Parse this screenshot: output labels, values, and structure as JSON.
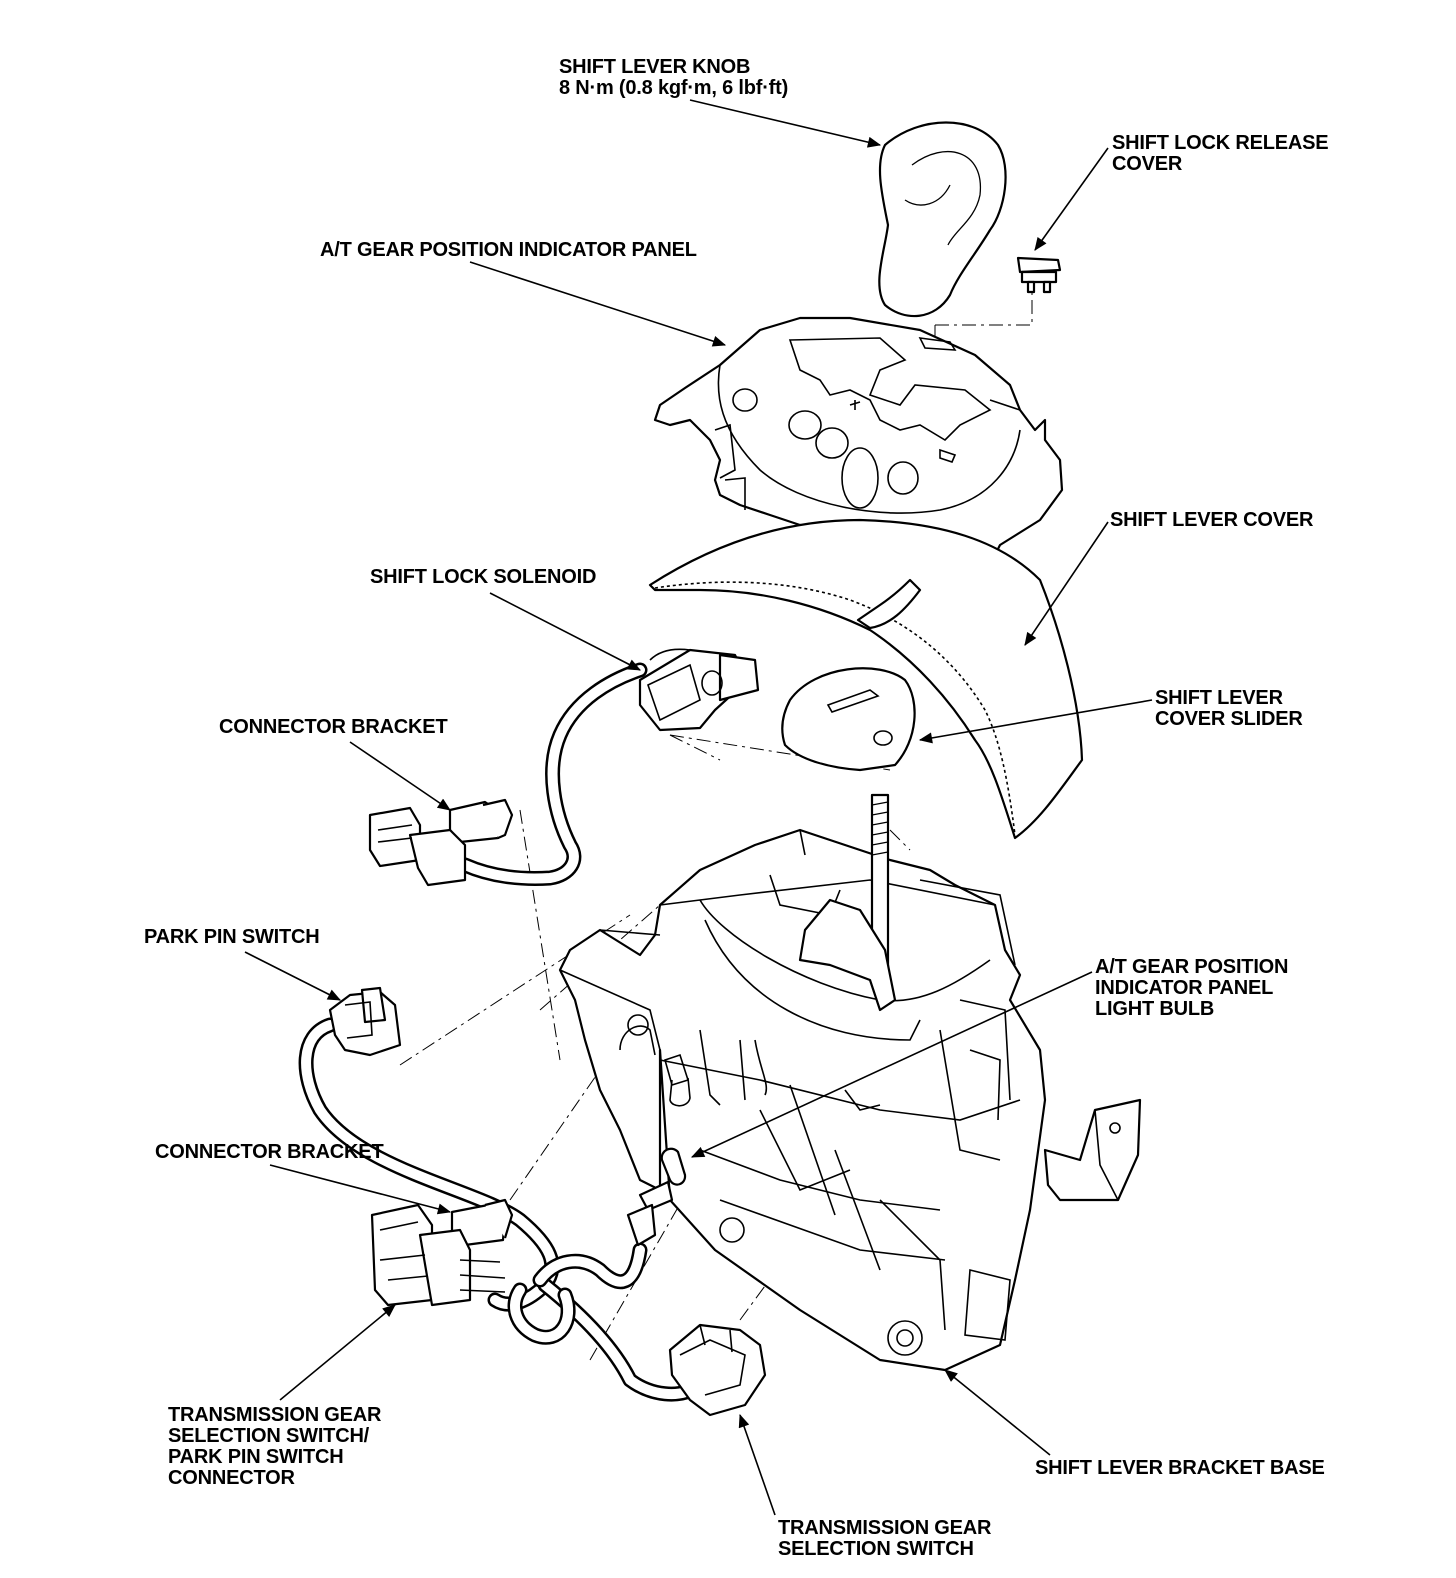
{
  "labels": {
    "knob": [
      "SHIFT LEVER KNOB",
      "8 N·m (0.8 kgf·m, 6 lbf·ft)"
    ],
    "release_cover": [
      "SHIFT LOCK RELEASE",
      "COVER"
    ],
    "indicator_panel": [
      "A/T GEAR POSITION INDICATOR PANEL"
    ],
    "lever_cover": [
      "SHIFT LEVER COVER"
    ],
    "solenoid": [
      "SHIFT LOCK SOLENOID"
    ],
    "cover_slider": [
      "SHIFT LEVER",
      "COVER SLIDER"
    ],
    "connector_bracket_1": [
      "CONNECTOR BRACKET"
    ],
    "park_pin_switch": [
      "PARK PIN SWITCH"
    ],
    "light_bulb": [
      "A/T GEAR POSITION",
      "INDICATOR PANEL",
      "LIGHT BULB"
    ],
    "connector_bracket_2": [
      "CONNECTOR BRACKET"
    ],
    "tgs_ppsw_connector": [
      "TRANSMISSION GEAR",
      "SELECTION SWITCH/",
      "PARK PIN SWITCH",
      "CONNECTOR"
    ],
    "bracket_base": [
      "SHIFT LEVER BRACKET BASE"
    ],
    "tgs_switch": [
      "TRANSMISSION GEAR",
      "SELECTION SWITCH"
    ]
  }
}
